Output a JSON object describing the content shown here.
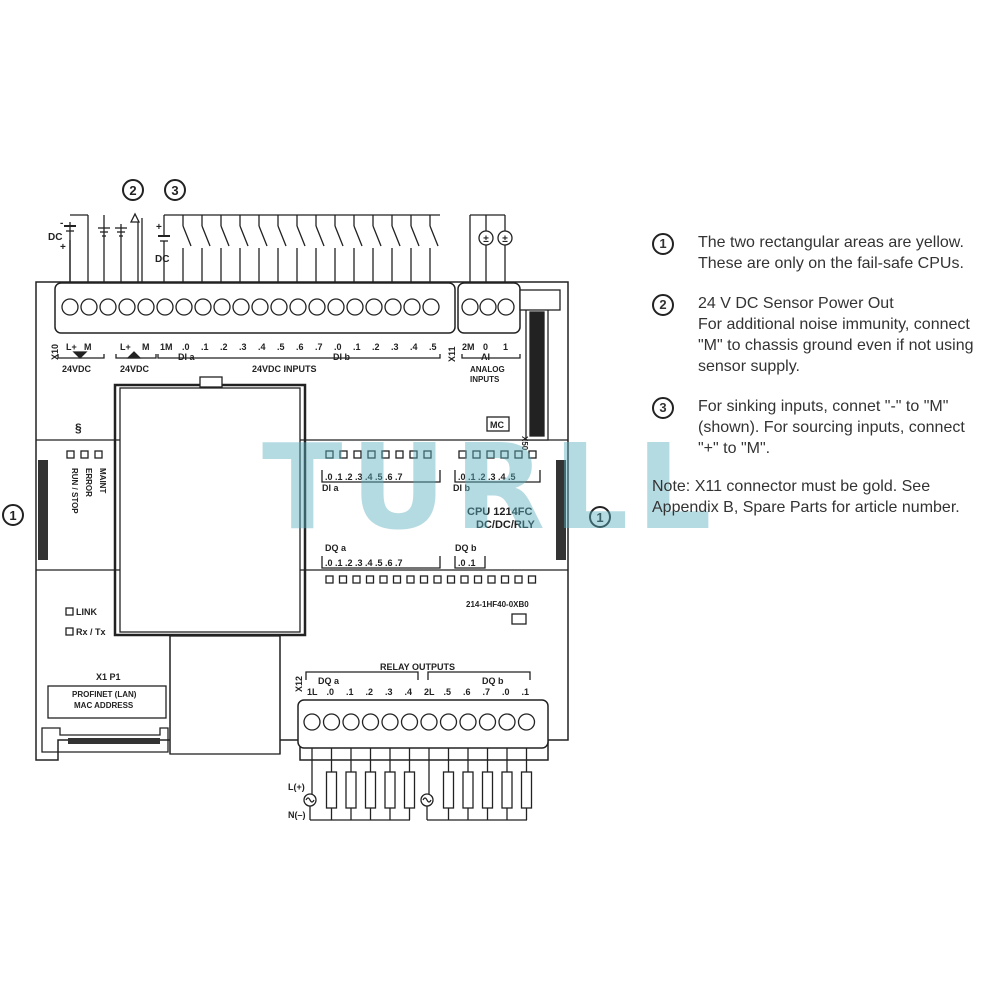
{
  "callouts": {
    "one": "1",
    "two": "2",
    "three": "3"
  },
  "top_wiring": {
    "dc": "DC",
    "minus": "-",
    "plus": "+"
  },
  "top_labels": {
    "x10": "X10",
    "l_plus": "L+",
    "m": "M",
    "l_plus_2": "L+",
    "m_2": "M",
    "supply_24vdc": "24VDC",
    "sensor_24vdc": "24VDC",
    "one_m": "1M",
    "di_a": "DI a",
    "di_b": "DI b",
    "inputs_24vdc": "24VDC INPUTS",
    "di_a_terms": [
      ".0",
      ".1",
      ".2",
      ".3",
      ".4",
      ".5",
      ".6",
      ".7"
    ],
    "di_b_terms": [
      ".0",
      ".1",
      ".2",
      ".3",
      ".4",
      ".5"
    ],
    "x11": "X11",
    "two_m": "2M",
    "ai_0": "0",
    "ai_1": "1",
    "ai": "AI",
    "analog_inputs": "ANALOG\nINPUTS"
  },
  "status": {
    "run_stop": "RUN / STOP",
    "error": "ERROR",
    "maint": "MAINT",
    "mc": "MC",
    "x50": "X50",
    "link": "LINK",
    "rx_tx": "Rx / Tx"
  },
  "leds": {
    "di_a_label": "DI a",
    "di_b_label": "DI b",
    "di_a": ".0 .1 .2 .3 .4 .5 .6 .7",
    "di_b": ".0 .1 .2 .3 .4 .5",
    "dq_a_label": "DQ a",
    "dq_b_label": "DQ b",
    "dq_a": ".0 .1 .2 .3 .4 .5 .6 .7",
    "dq_b": ".0 .1"
  },
  "cpu": {
    "model": "CPU 1214FC",
    "type": "DC/DC/RLY",
    "article": "214-1HF40-0XB0"
  },
  "profinet": {
    "port": "X1 P1",
    "line1": "PROFINET (LAN)",
    "line2": "MAC ADDRESS"
  },
  "relay": {
    "title": "RELAY OUTPUTS",
    "x12": "X12",
    "dq_a": "DQ a",
    "dq_b": "DQ b",
    "terms": [
      "1L",
      ".0",
      ".1",
      ".2",
      ".3",
      ".4",
      "2L",
      ".5",
      ".6",
      ".7",
      ".0",
      ".1"
    ],
    "l_plus": "L(+)",
    "n_minus": "N(–)"
  },
  "notes": [
    {
      "num": "1",
      "text": "The two rectangular areas are yellow.\nThese are only on the fail-safe CPUs."
    },
    {
      "num": "2",
      "text": "24 V DC Sensor Power Out\nFor additional noise immunity, connect\n\"M\" to chassis ground even if not using\nsensor supply."
    },
    {
      "num": "3",
      "text": "For sinking inputs, connet \"-\" to \"M\"\n(shown). For sourcing inputs, connect\n\"+\" to \"M\"."
    }
  ],
  "footnote": "Note: X11 connector must be gold. See\nAppendix B, Spare Parts for article number.",
  "watermark": "TURLL"
}
